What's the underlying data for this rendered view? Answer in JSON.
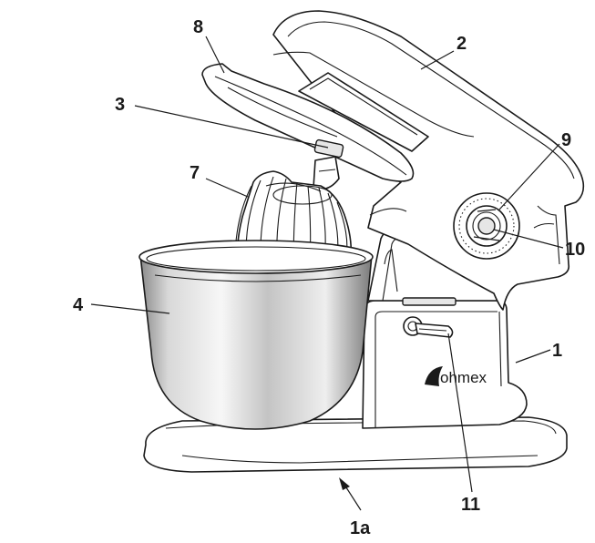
{
  "brand": {
    "wordmark": "ohmex"
  },
  "callouts": {
    "c1": "1",
    "c1a": "1a",
    "c2": "2",
    "c3": "3",
    "c4": "4",
    "c7": "7",
    "c8": "8",
    "c9": "9",
    "c10": "10",
    "c11": "11"
  }
}
